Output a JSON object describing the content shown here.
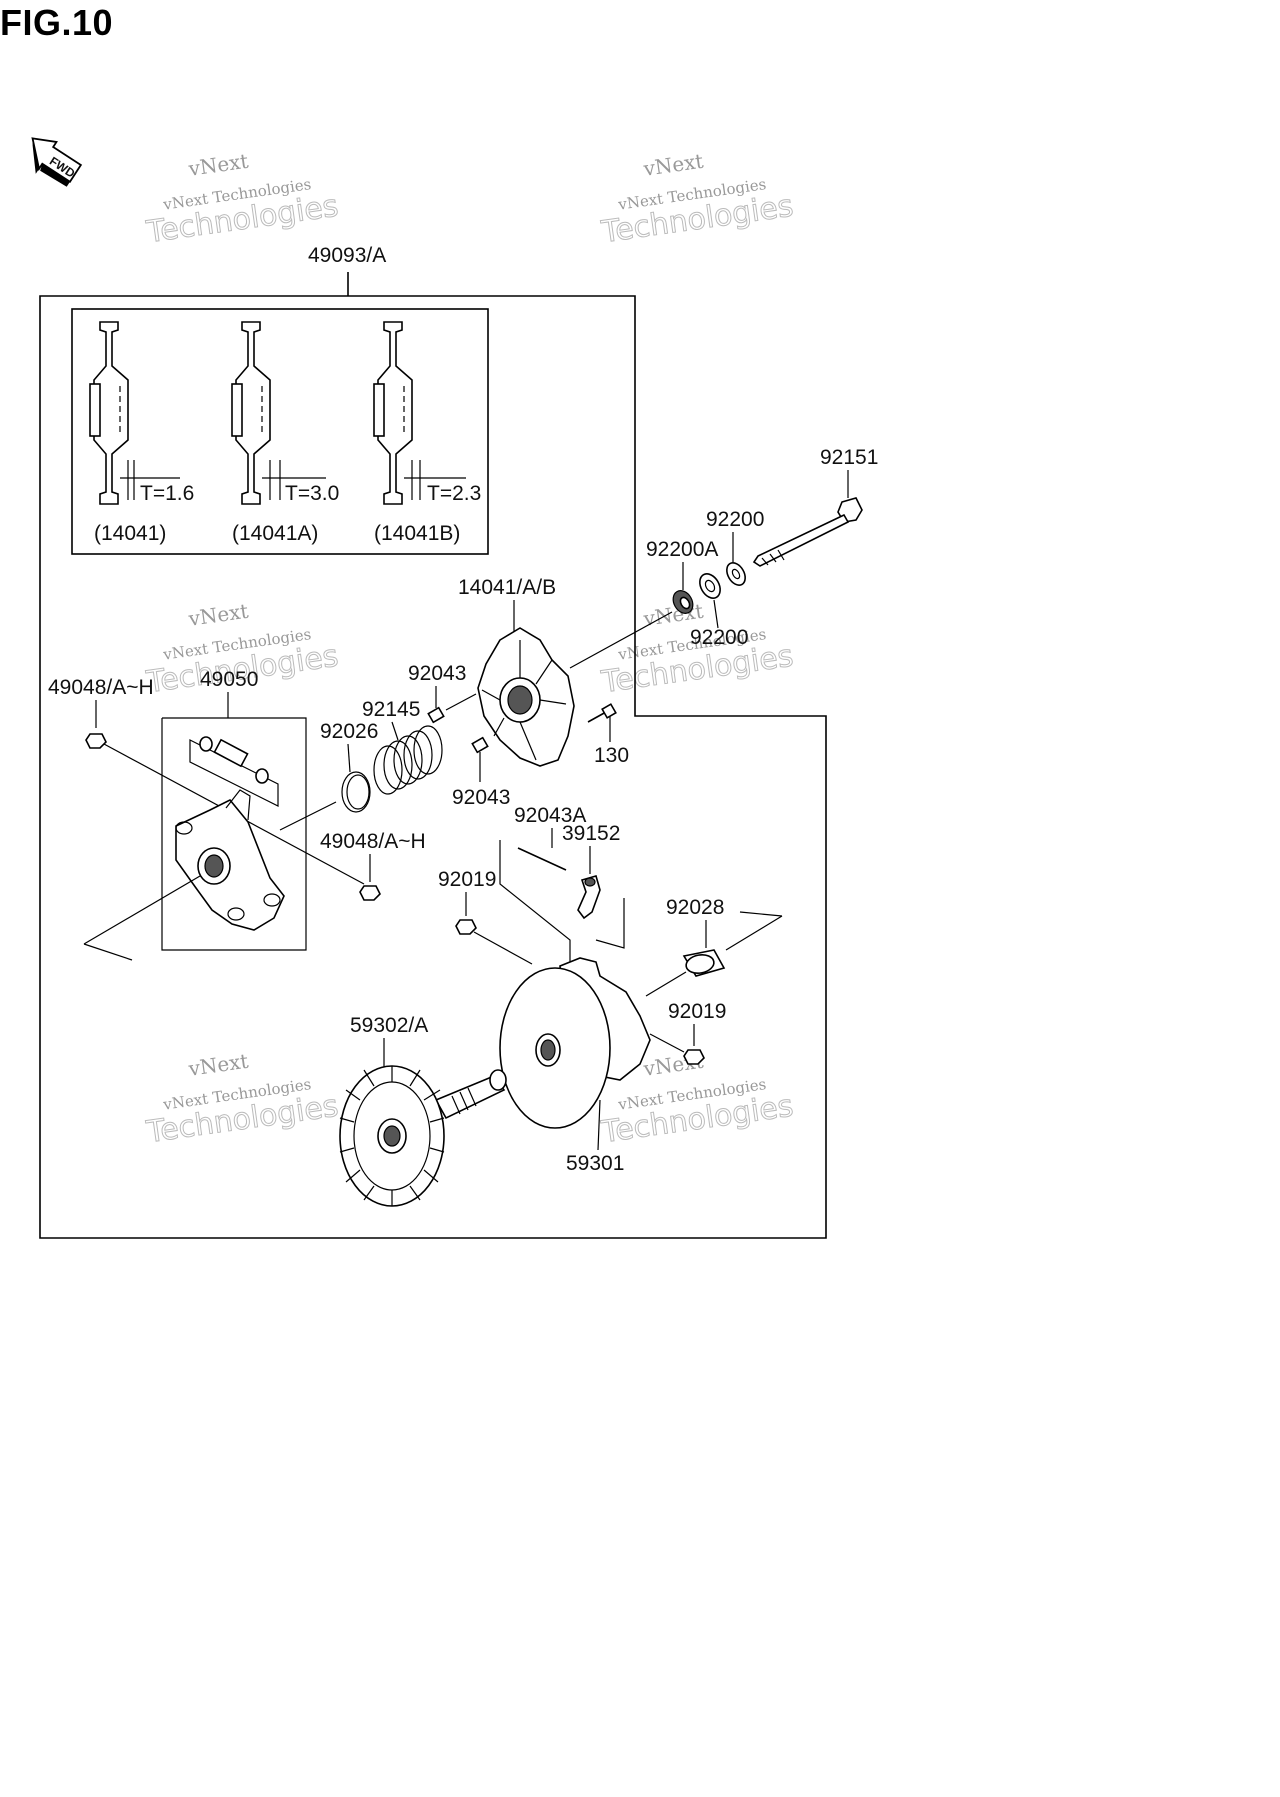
{
  "figure": {
    "title": "FIG.10"
  },
  "fwd_label": "FWD",
  "watermark": {
    "line1": "vNext",
    "line2": "vNext Technologies",
    "line3": "Technologies"
  },
  "assembly": {
    "label": "49093/A"
  },
  "inset": {
    "variants": [
      {
        "thickness": "T=1.6",
        "part": "(14041)"
      },
      {
        "thickness": "T=3.0",
        "part": "(14041A)"
      },
      {
        "thickness": "T=2.3",
        "part": "(14041B)"
      }
    ]
  },
  "callouts": {
    "p92151": "92151",
    "p92200_top": "92200",
    "p92200a": "92200A",
    "p92200_bottom": "92200",
    "p14041": "14041/A/B",
    "p92043_top": "92043",
    "p92043_bottom": "92043",
    "p130": "130",
    "p92145": "92145",
    "p92026": "92026",
    "p49050": "49050",
    "p49048_left": "49048/A~H",
    "p49048_mid": "49048/A~H",
    "p92043a": "92043A",
    "p39152": "39152",
    "p92019_left": "92019",
    "p92028": "92028",
    "p92019_right": "92019",
    "p59302": "59302/A",
    "p59301": "59301"
  }
}
